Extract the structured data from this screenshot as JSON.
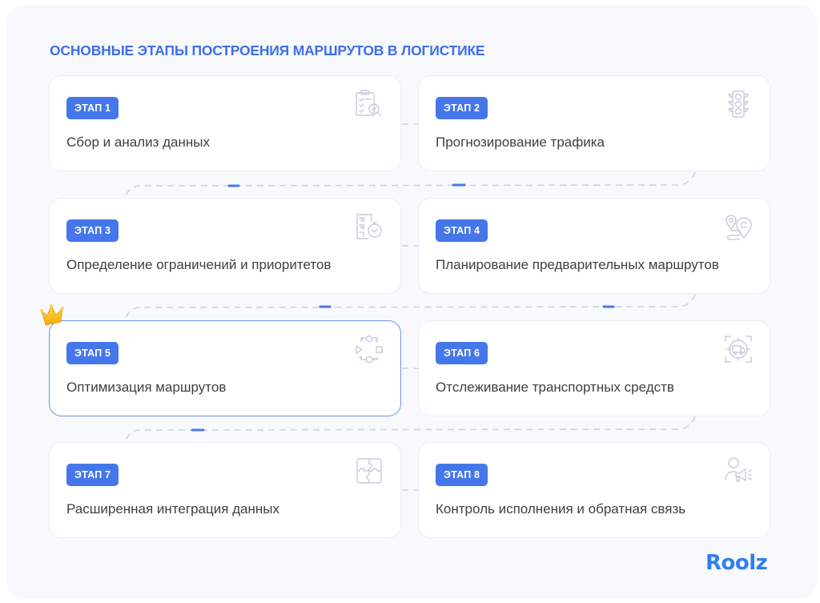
{
  "title": "ОСНОВНЫЕ ЭТАПЫ ПОСТРОЕНИЯ МАРШРУТОВ В ЛОГИСТИКЕ",
  "colors": {
    "accent": "#4577ea",
    "title": "#3f6fe8",
    "text": "#3e3f44",
    "icon": "#c9c9de",
    "panel_bg": "#f8f9fc",
    "connector": "#cfd2e2",
    "logo": "#2f7ff2"
  },
  "stages": [
    {
      "badge": "ЭТАП 1",
      "text": "Сбор и анализ данных",
      "icon": "clipboard-search-icon"
    },
    {
      "badge": "ЭТАП 2",
      "text": "Прогнозирование трафика",
      "icon": "traffic-light-icon"
    },
    {
      "badge": "ЭТАП 3",
      "text": "Определение ограничений и приоритетов",
      "icon": "checklist-timer-icon"
    },
    {
      "badge": "ЭТАП 4",
      "text": "Планирование предварительных маршрутов",
      "icon": "route-pins-icon"
    },
    {
      "badge": "ЭТАП 5",
      "text": "Оптимизация маршрутов",
      "icon": "process-cycle-icon",
      "highlighted": true
    },
    {
      "badge": "ЭТАП 6",
      "text": "Отслеживание транспортных средств",
      "icon": "truck-tracking-icon"
    },
    {
      "badge": "ЭТАП 7",
      "text": "Расширенная интеграция данных",
      "icon": "puzzle-icon"
    },
    {
      "badge": "ЭТАП 8",
      "text": "Контроль исполнения и обратная связь",
      "icon": "person-megaphone-icon"
    }
  ],
  "logo": "Roolz"
}
